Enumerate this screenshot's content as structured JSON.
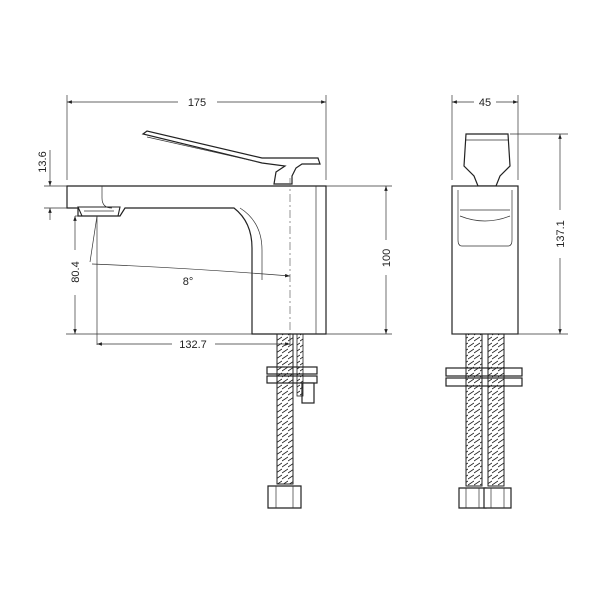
{
  "dimensions": {
    "overall_length": "175",
    "side_width": "45",
    "spout_thickness": "13.6",
    "spout_height": "80.4",
    "spout_angle": "8°",
    "body_height": "100",
    "spout_reach": "132.7",
    "total_height": "137.1"
  },
  "colors": {
    "line": "#222222",
    "background": "#ffffff"
  }
}
